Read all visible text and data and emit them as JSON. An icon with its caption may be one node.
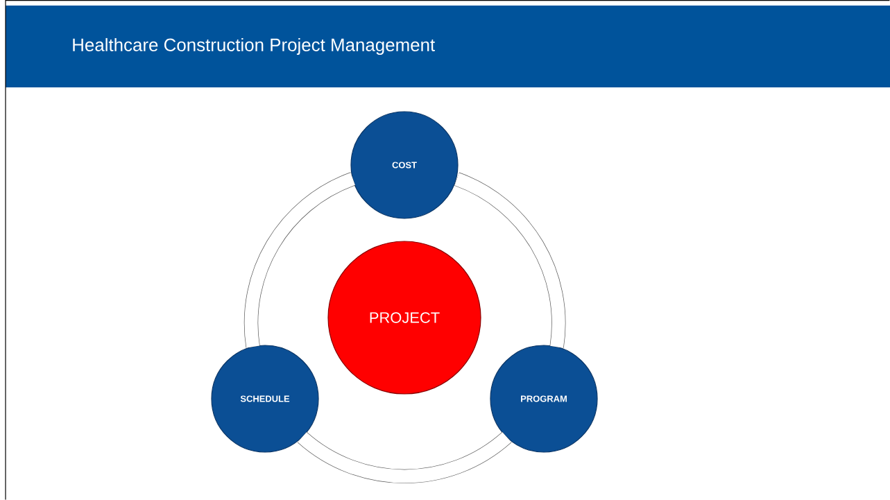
{
  "diagram": {
    "title": "Healthcare Construction Project Management",
    "nodes": [
      {
        "text": [
          "COST"
        ]
      },
      {
        "text": [
          "PROJECT"
        ]
      },
      {
        "text": [
          "SCHEDULE"
        ]
      },
      {
        "text": [
          "PROGRAM"
        ]
      }
    ],
    "edges": [
      {
        "from": 0,
        "to": 2,
        "arrow": "none"
      },
      {
        "from": 2,
        "to": 3,
        "arrow": "none"
      },
      {
        "from": 3,
        "to": 0,
        "arrow": "none"
      }
    ]
  }
}
